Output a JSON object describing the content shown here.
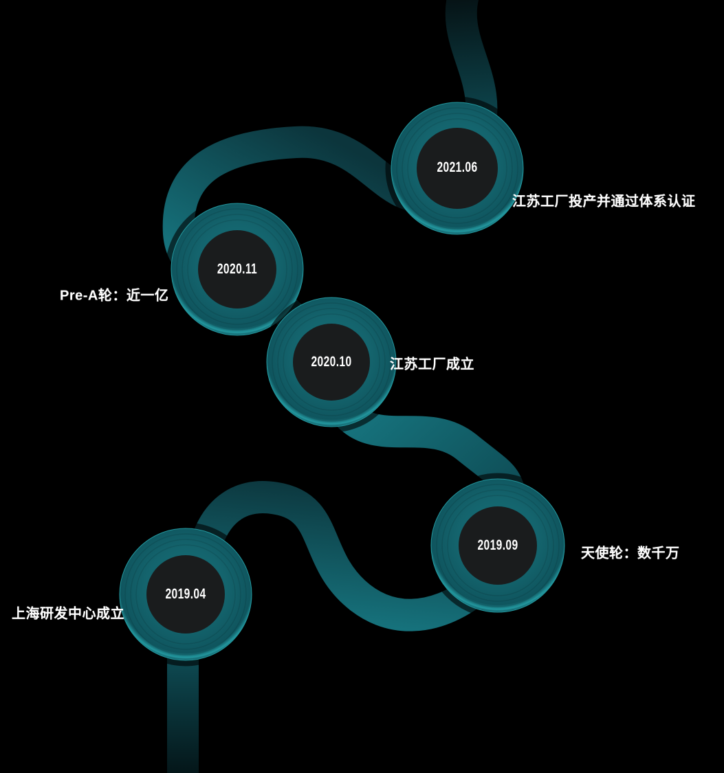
{
  "colors": {
    "background": "#000000",
    "text": "#ffffff",
    "ribbon_black": "#050e10",
    "ribbon_dark": "#0c353c",
    "ribbon_mid": "#0f5059",
    "ribbon_teal": "#16727c",
    "tail_fade": "#041518",
    "disc_center": "#17727b",
    "disc_teal": "#14646d",
    "disc_edge": "#0f555e",
    "disc_rim": "#23989f",
    "node_inner": "#1a1c1d"
  },
  "timeline": {
    "events": [
      {
        "date": "2021.06",
        "label": "江苏工厂投产并通过体系认证",
        "label_side": "right"
      },
      {
        "date": "2020.11",
        "label": "Pre-A轮：近一亿",
        "label_side": "left"
      },
      {
        "date": "2020.10",
        "label": "江苏工厂成立",
        "label_side": "right"
      },
      {
        "date": "2019.09",
        "label": "天使轮：数千万",
        "label_side": "right"
      },
      {
        "date": "2019.04",
        "label": "上海研发中心成立",
        "label_side": "left"
      }
    ]
  }
}
